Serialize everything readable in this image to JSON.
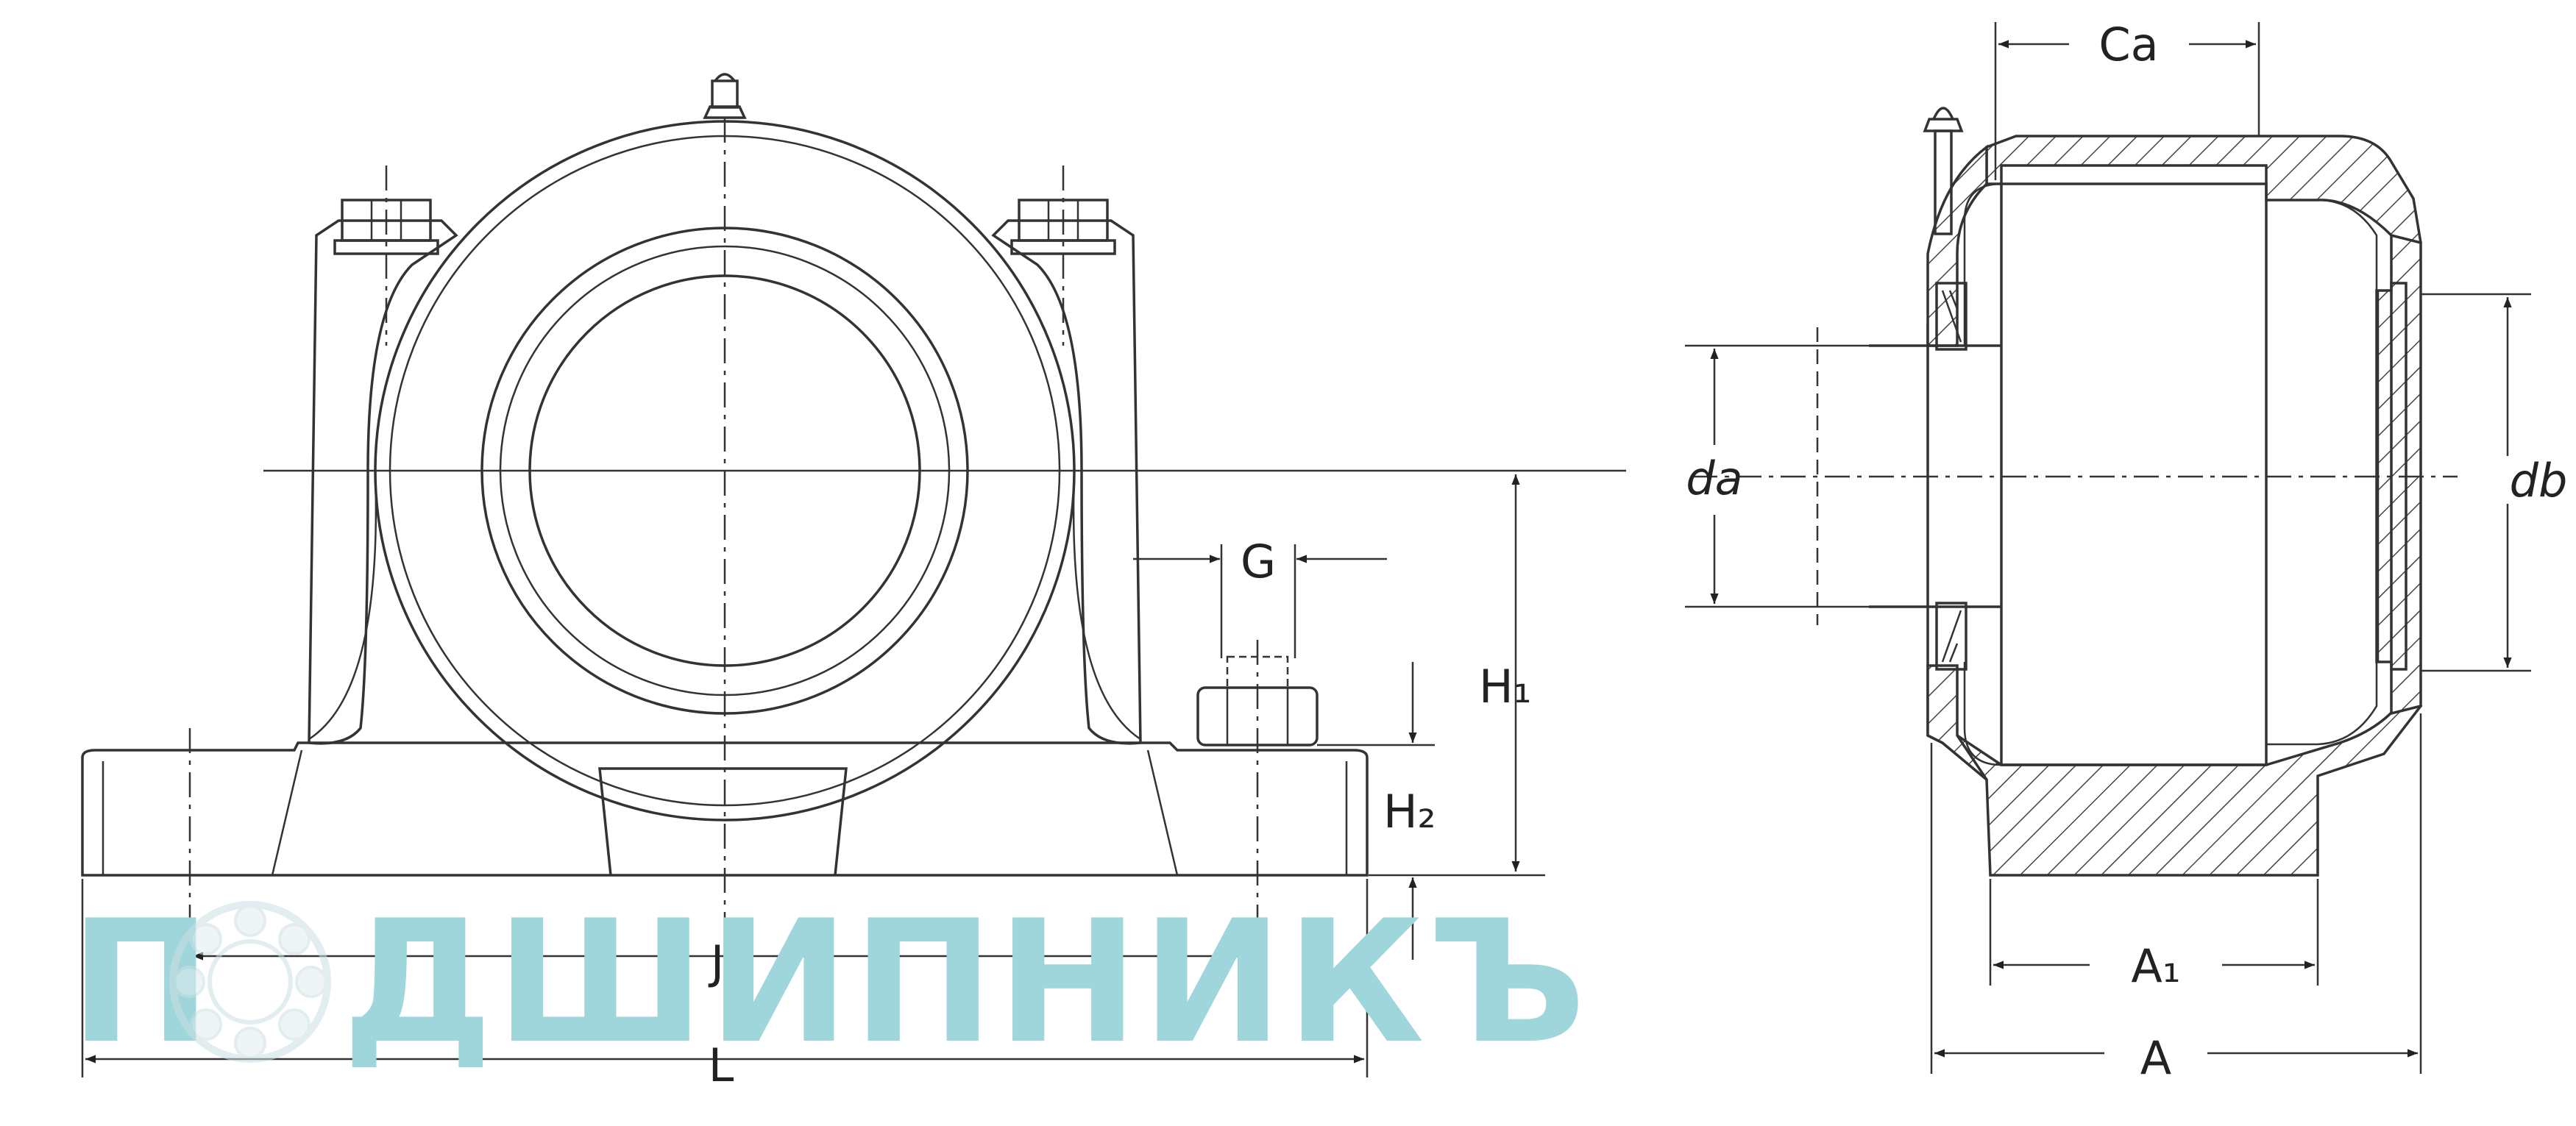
{
  "labels": {
    "ca": "Ca",
    "g": "G",
    "h1": "H₁",
    "h2": "H₂",
    "j": "J",
    "l": "L",
    "da": "da",
    "db": "db",
    "a1": "A₁",
    "a": "A"
  },
  "watermark": {
    "letter_p": "П",
    "rest": "ДШИПНИКЪ"
  },
  "colors": {
    "line": "#333333",
    "watermark": "#9fd6dc"
  }
}
